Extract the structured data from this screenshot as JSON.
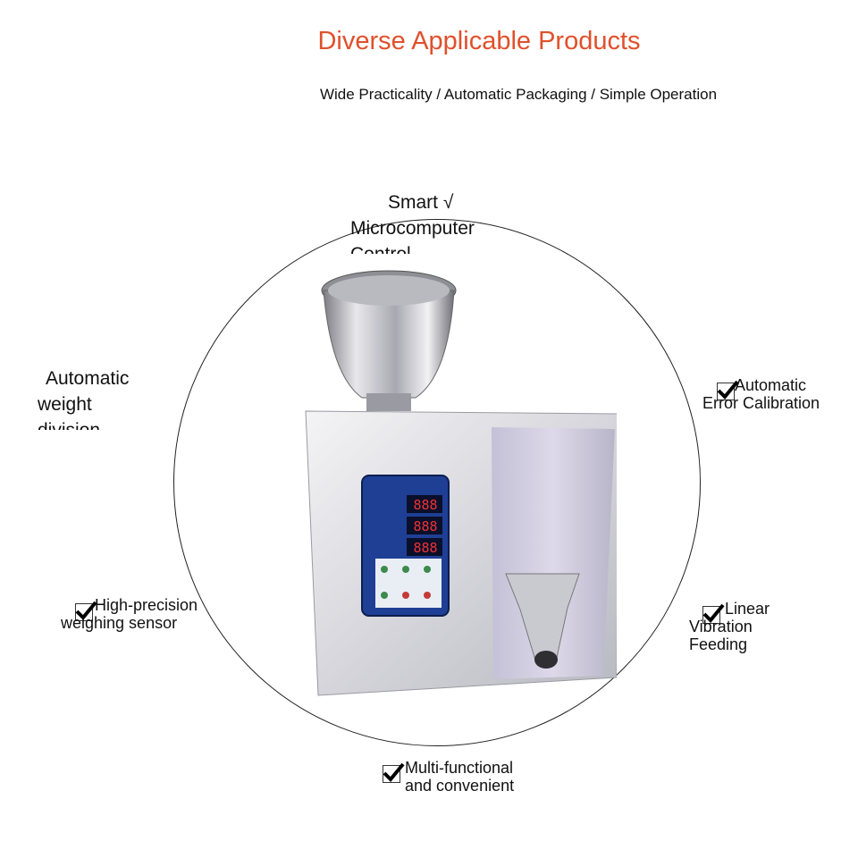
{
  "header": {
    "title": "Diverse Applicable Products",
    "subtitle": "Wide Practicality / Automatic Packaging / Simple Operation"
  },
  "features": {
    "top": "Smart √ Microcomputer Control",
    "left": "Automatic weight division",
    "right_top": "Automatic Error Calibration",
    "left_bottom": "High-precision weighing sensor",
    "right_bottom": "Linear Vibration Feeding",
    "bottom": "Multi-functional and convenient"
  },
  "panel": {
    "display_1": "888",
    "display_2": "888",
    "display_3": "888"
  },
  "colors": {
    "title": "#e0502c",
    "panel": "#1a3a8f",
    "steel": "#c9c9cf"
  }
}
